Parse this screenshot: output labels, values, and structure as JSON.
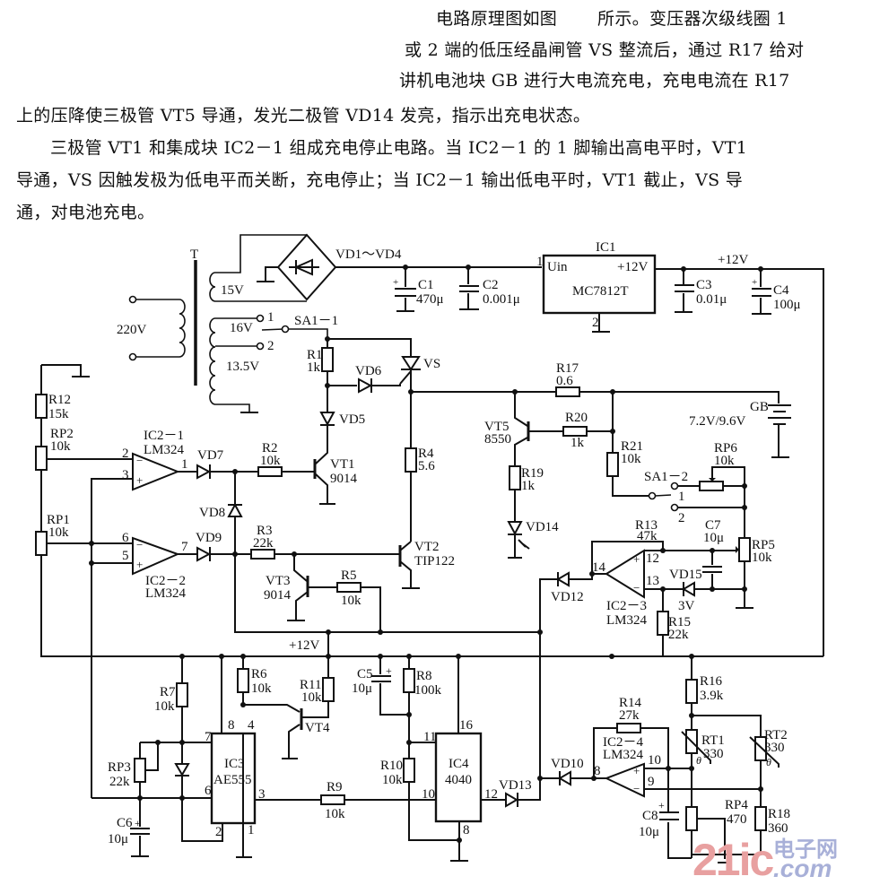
{
  "text": {
    "line1": "电路原理图如图　　 所示。变压器次级线圈 1",
    "line2": "或 2 端的低压经晶闸管 VS 整流后，通过 R17 给对",
    "line3": "讲机电池块 GB 进行大电流充电，充电电流在 R17",
    "line4": "上的压降使三极管 VT5 导通，发光二极管 VD14 发亮，指示出充电状态。",
    "line5": "三极管 VT1 和集成块 IC2－1 组成充电停止电路。当 IC2－1 的 1 脚输出高电平时，VT1",
    "line6": "导通，VS 因触发极为低电平而关断，充电停止；当 IC2－1 输出低电平时，VT1 截止，VS 导",
    "line7": "通，对电池充电。"
  },
  "schematic": {
    "transformer": {
      "name": "T",
      "primary": "220V",
      "sec1": "15V",
      "sec2": "16V",
      "sec3": "13.5V",
      "tap1": "1",
      "tap2": "2"
    },
    "switch1": "SA1－1",
    "switch2": "SA1－2",
    "sw2_pos1": "1",
    "sw2_pos2": "2",
    "bridge": "VD1～VD4",
    "c1": {
      "name": "C1",
      "value": "470μ"
    },
    "c2": {
      "name": "C2",
      "value": "0.001μ"
    },
    "ic1": {
      "name": "IC1",
      "part": "MC7812T",
      "in": "Uin",
      "out": "+12V",
      "pin1": "1",
      "pin2": "2"
    },
    "c3": {
      "name": "C3",
      "value": "0.01μ"
    },
    "c4": {
      "name": "C4",
      "value": "100μ"
    },
    "rail_top": "+12V",
    "rail_mid": "+12V",
    "r1": {
      "name": "R1",
      "value": "1k"
    },
    "vd5": "VD5",
    "vd6": "VD6",
    "vs": "VS",
    "r17": {
      "name": "R17",
      "value": "0.6"
    },
    "gb": {
      "name": "GB",
      "value": "7.2V/9.6V"
    },
    "vt5": {
      "name": "VT5",
      "part": "8550"
    },
    "r20": {
      "name": "R20",
      "value": "1k"
    },
    "r21": {
      "name": "R21",
      "value": "10k"
    },
    "r19": {
      "name": "R19",
      "value": "1k"
    },
    "vd14": "VD14",
    "rp6": {
      "name": "RP6",
      "value": "10k"
    },
    "r12": {
      "name": "R12",
      "value": "15k"
    },
    "rp2": {
      "name": "RP2",
      "value": "10k"
    },
    "rp1": {
      "name": "RP1",
      "value": "10k"
    },
    "ic21": {
      "name": "IC2－1",
      "part": "LM324",
      "p2": "2",
      "p3": "3",
      "p1": "1"
    },
    "ic22": {
      "name": "IC2－2",
      "part": "LM324",
      "p6": "6",
      "p5": "5",
      "p7": "7"
    },
    "vd7": "VD7",
    "vd8": "VD8",
    "vd9": "VD9",
    "r2": {
      "name": "R2",
      "value": "10k"
    },
    "r3": {
      "name": "R3",
      "value": "22k"
    },
    "vt1": {
      "name": "VT1",
      "part": "9014"
    },
    "r4": {
      "name": "R4",
      "value": "5.6"
    },
    "vt2": {
      "name": "VT2",
      "part": "TIP122"
    },
    "vt3": {
      "name": "VT3",
      "part": "9014"
    },
    "r5": {
      "name": "R5",
      "value": "10k"
    },
    "r13": {
      "name": "R13",
      "value": "47k"
    },
    "c7": {
      "name": "C7",
      "value": "10μ"
    },
    "rp5": {
      "name": "RP5",
      "value": "10k"
    },
    "ic23": {
      "name": "IC2－3",
      "part": "LM324",
      "p12": "12",
      "p13": "13",
      "p14": "14"
    },
    "vd12": "VD12",
    "vd15": {
      "name": "VD15",
      "value": "3V"
    },
    "r15": {
      "name": "R15",
      "value": "22k"
    },
    "r7": {
      "name": "R7",
      "value": "10k"
    },
    "rp3": {
      "name": "RP3",
      "value": "22k"
    },
    "c6": {
      "name": "C6",
      "value": "10μ"
    },
    "ic3": {
      "name": "IC3",
      "part": "AE555",
      "p8": "8",
      "p4": "4",
      "p7": "7",
      "p6": "6",
      "p3": "3",
      "p2": "2",
      "p1": "1"
    },
    "r6": {
      "name": "R6",
      "value": "10k"
    },
    "r11": {
      "name": "R11",
      "value": "10k"
    },
    "vt4": "VT4",
    "c5": {
      "name": "C5",
      "value": "10μ"
    },
    "r8": {
      "name": "R8",
      "value": "100k"
    },
    "r9": {
      "name": "R9",
      "value": "10k"
    },
    "r10": {
      "name": "R10",
      "value": "10k"
    },
    "ic4": {
      "name": "IC4",
      "part": "4040",
      "p11": "11",
      "p16": "16",
      "p10": "10",
      "p12": "12",
      "p8": "8"
    },
    "vd13": "VD13",
    "vd10": "VD10",
    "r14": {
      "name": "R14",
      "value": "27k"
    },
    "ic24": {
      "name": "IC2－4",
      "part": "LM324",
      "p8": "8",
      "p9": "9",
      "p10": "10"
    },
    "c8": {
      "name": "C8",
      "value": "10μ"
    },
    "r16": {
      "name": "R16",
      "value": "3.9k"
    },
    "rt1": {
      "name": "RT1",
      "value": "330"
    },
    "rt2": {
      "name": "RT2",
      "value": "330"
    },
    "rp4": {
      "name": "RP4",
      "value": "470"
    },
    "r18": {
      "name": "R18",
      "value": "360"
    },
    "theta": "θ"
  },
  "watermark": {
    "left": "21ic",
    "right_top": "电子网",
    "right_bottom": ".com",
    "color_red": "#e8a0a0",
    "color_blue": "#a8b0d8"
  }
}
